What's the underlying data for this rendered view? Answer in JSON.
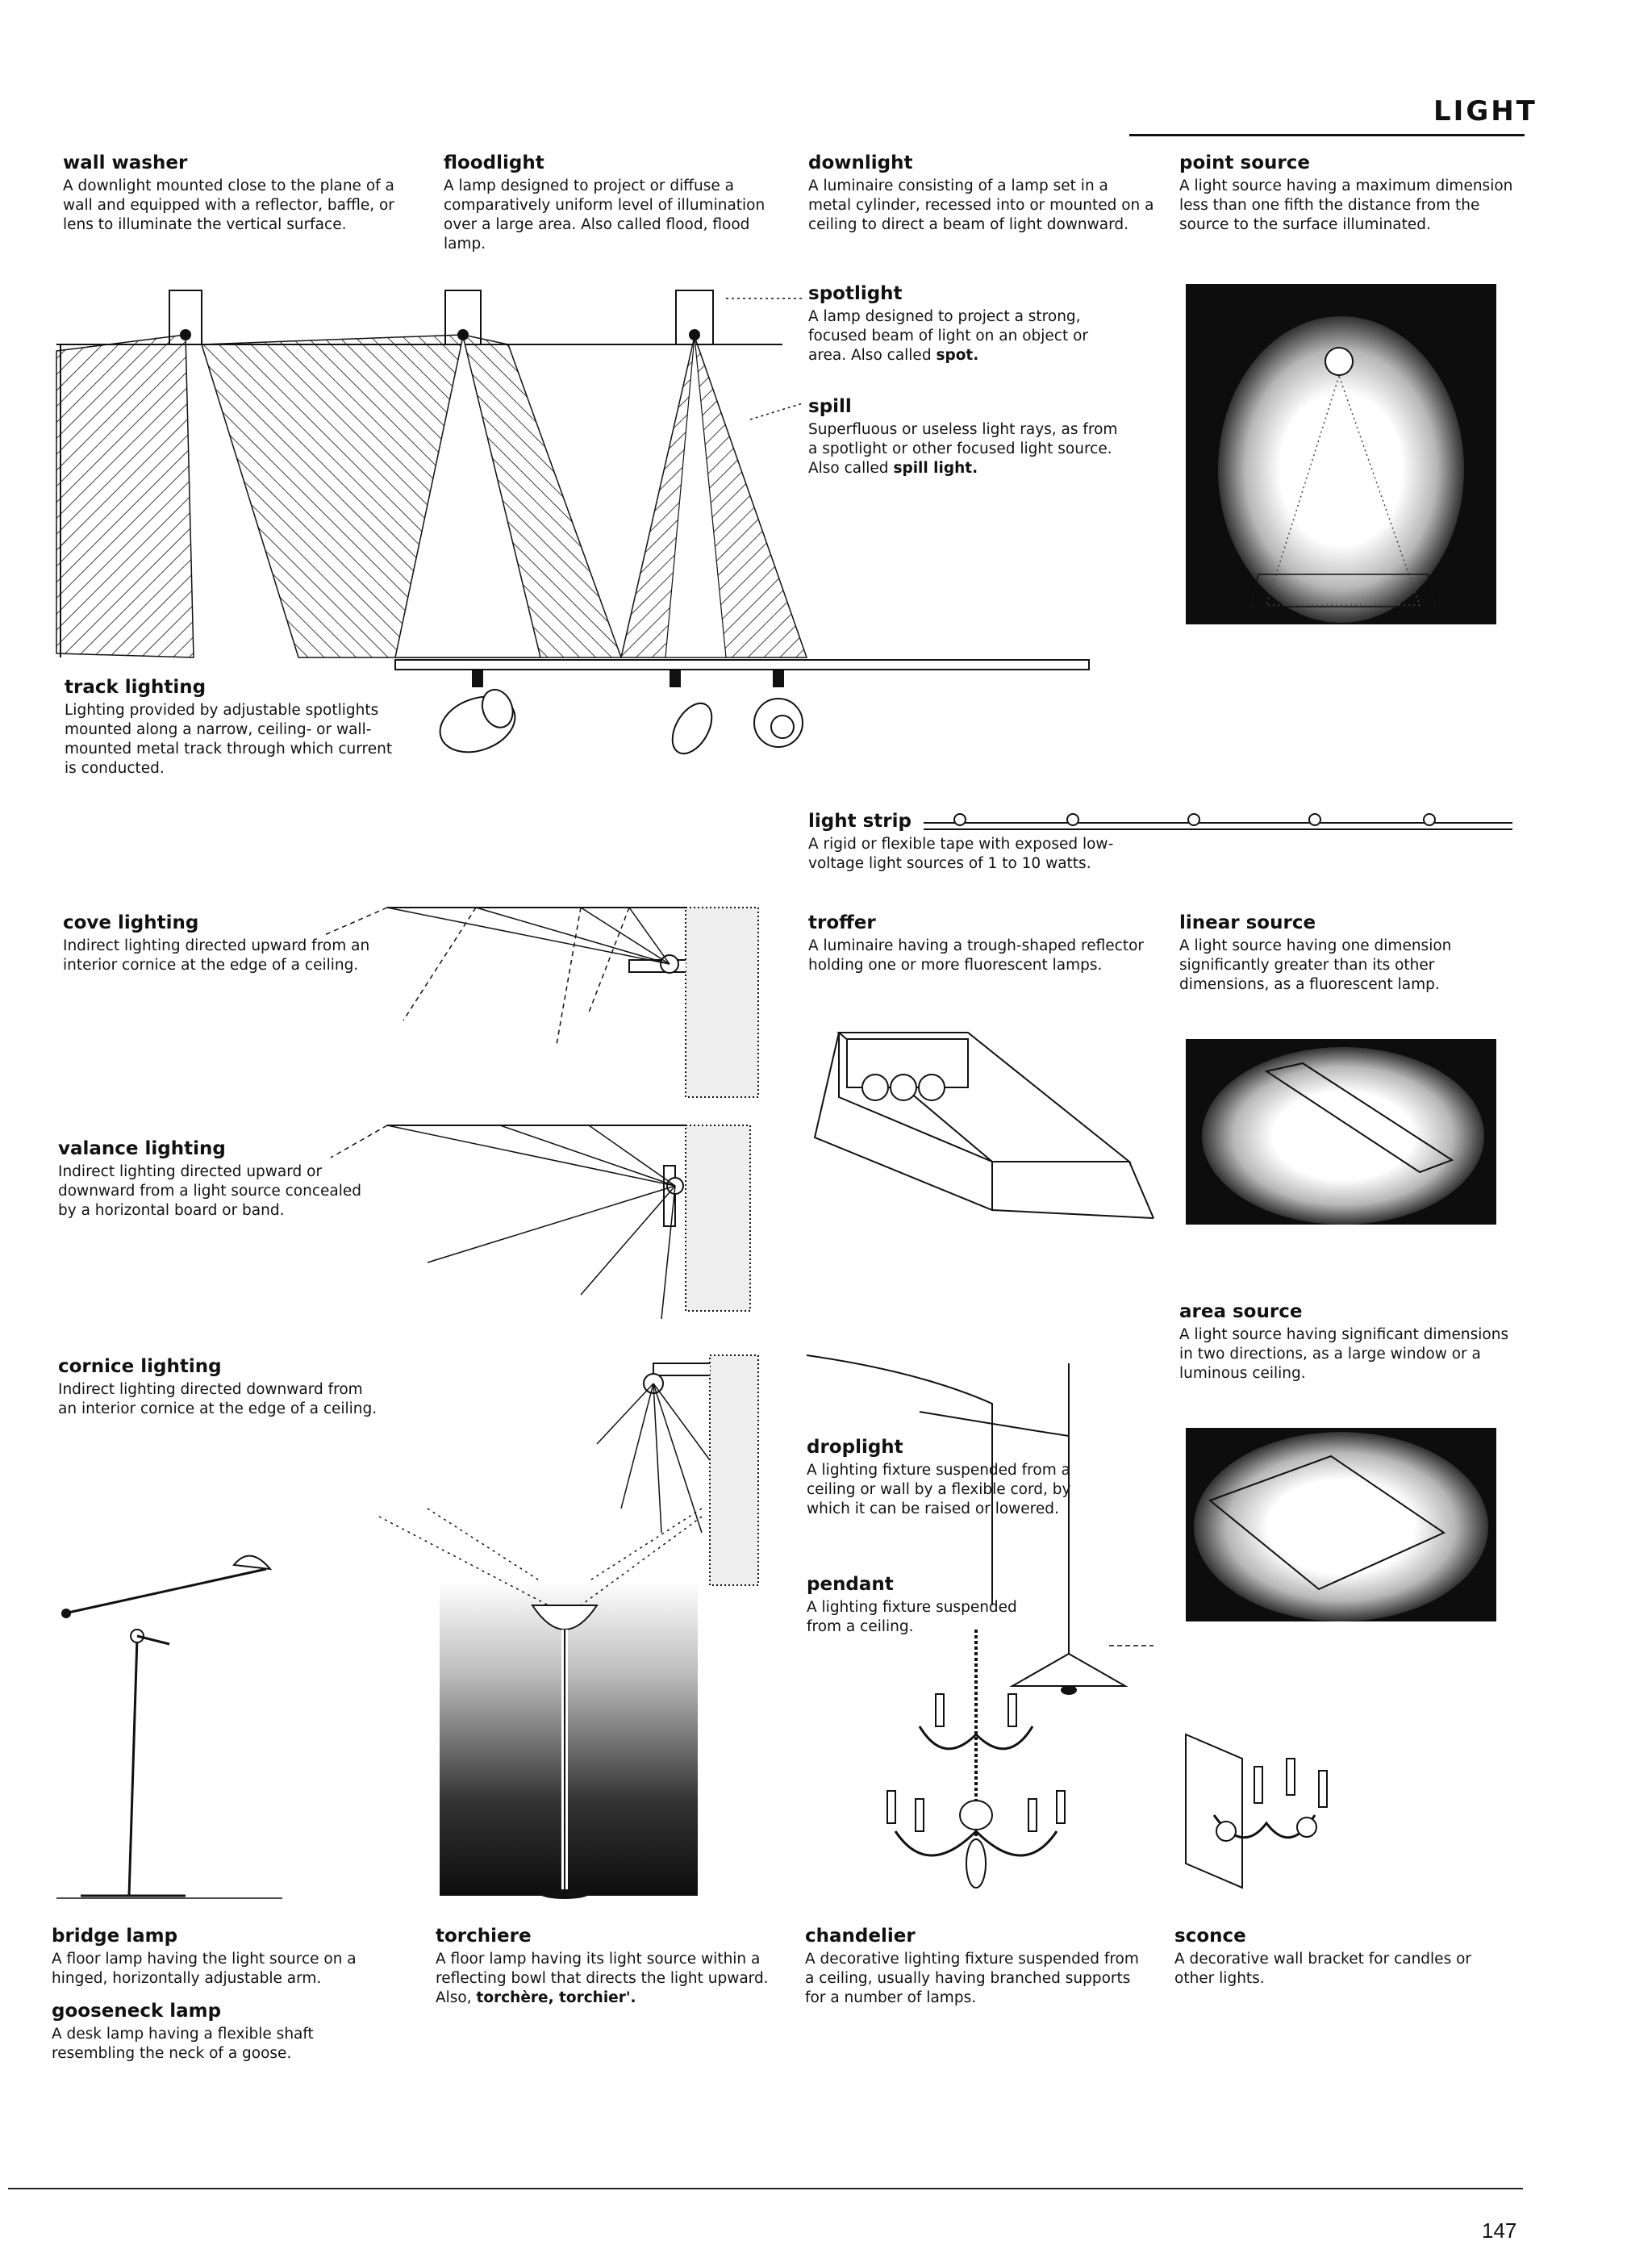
{
  "page": {
    "section_title": "LIGHT",
    "page_number": "147"
  },
  "entries": {
    "wall_washer": {
      "term": "wall washer",
      "definition": "A downlight mounted close to the plane of a wall and equipped with a reflector, baffle, or lens to illuminate the vertical surface."
    },
    "floodlight": {
      "term": "floodlight",
      "definition": "A lamp designed to project or diffuse a comparatively uniform level of illumination over a large area. Also called flood, flood lamp."
    },
    "downlight": {
      "term": "downlight",
      "definition": "A luminaire consisting of a lamp set in a metal cylinder, recessed into or mounted on a ceiling to direct a beam of light downward."
    },
    "point_source": {
      "term": "point source",
      "definition": "A light source having a maximum dimension less than one fifth the distance from the source to the surface illuminated."
    },
    "spotlight": {
      "term": "spotlight",
      "definition": "A lamp designed to project a strong, focused beam of light on an object or area. Also called",
      "alt": "spot."
    },
    "spill": {
      "term": "spill",
      "definition": "Superfluous or useless light rays, as from a spotlight or other focused light source. Also called",
      "alt": "spill light."
    },
    "track_lighting": {
      "term": "track lighting",
      "definition": "Lighting provided by adjustable spotlights mounted along a narrow, ceiling- or wall-mounted metal track through which current is conducted."
    },
    "light_strip": {
      "term": "light strip",
      "definition": "A rigid or flexible tape with exposed low-voltage light sources of 1 to 10 watts."
    },
    "cove_lighting": {
      "term": "cove lighting",
      "definition": "Indirect lighting directed upward from an interior cornice at the edge of a ceiling."
    },
    "troffer": {
      "term": "troffer",
      "definition": "A luminaire having a trough-shaped reflector holding one or more fluorescent lamps."
    },
    "linear_source": {
      "term": "linear source",
      "definition": "A light source having one dimension significantly greater than its other dimensions, as a fluorescent lamp."
    },
    "valance_lighting": {
      "term": "valance lighting",
      "definition": "Indirect lighting directed upward or downward from a light source concealed by a horizontal board or band."
    },
    "area_source": {
      "term": "area source",
      "definition": "A light source having significant dimensions in two directions, as a large window or a luminous ceiling."
    },
    "cornice_lighting": {
      "term": "cornice lighting",
      "definition": "Indirect lighting directed downward from an interior cornice at the edge of a ceiling."
    },
    "droplight": {
      "term": "droplight",
      "definition": "A lighting fixture suspended from a ceiling or wall by a flexible cord, by which it can be raised or lowered."
    },
    "pendant": {
      "term": "pendant",
      "definition": "A lighting fixture suspended from a ceiling."
    },
    "bridge_lamp": {
      "term": "bridge lamp",
      "definition": "A floor lamp having the light source on a hinged, horizontally adjustable arm."
    },
    "gooseneck_lamp": {
      "term": "gooseneck lamp",
      "definition": "A desk lamp having a flexible shaft resembling the neck of a goose."
    },
    "torchiere": {
      "term": "torchiere",
      "definition": "A floor lamp having its light source within a reflecting bowl that directs the light upward. Also,",
      "alt": "torchère, torchier'."
    },
    "chandelier": {
      "term": "chandelier",
      "definition": "A decorative lighting fixture suspended from a ceiling, usually having branched supports for a number of lamps."
    },
    "sconce": {
      "term": "sconce",
      "definition": "A decorative wall bracket for candles or other lights."
    }
  }
}
